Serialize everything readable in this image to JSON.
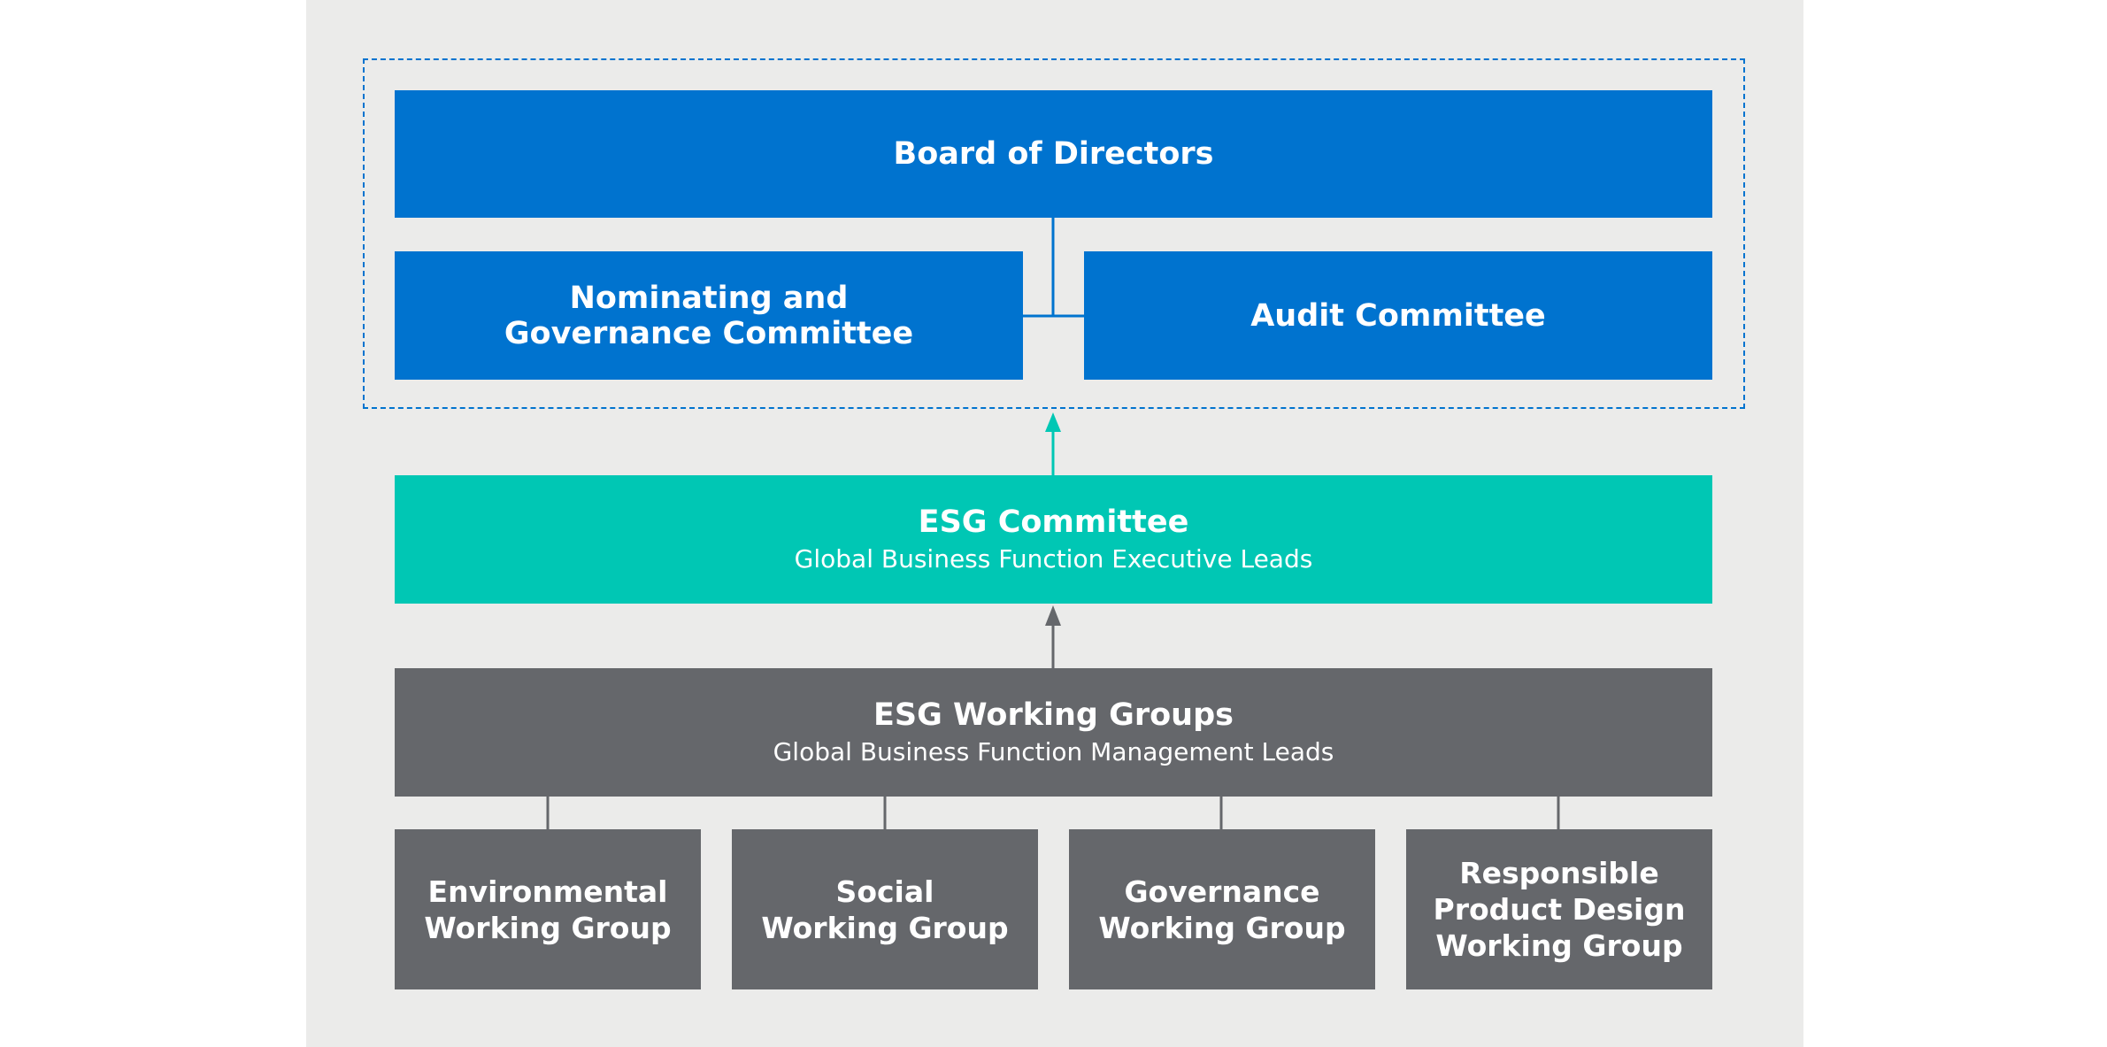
{
  "diagram": {
    "board": {
      "title": "Board of Directors"
    },
    "nominating": {
      "title": "Nominating and\nGovernance Committee"
    },
    "audit": {
      "title": "Audit Committee"
    },
    "esg_committee": {
      "title": "ESG Committee",
      "subtitle": "Global Business Function Executive Leads"
    },
    "working_groups": {
      "title": "ESG Working Groups",
      "subtitle": "Global Business Function Management Leads"
    },
    "groups": [
      {
        "title": "Environmental\nWorking Group"
      },
      {
        "title": "Social\nWorking Group"
      },
      {
        "title": "Governance\nWorking Group"
      },
      {
        "title": "Responsible\nProduct Design\nWorking Group"
      }
    ]
  },
  "colors": {
    "board_blue": "#0073cf",
    "esg_teal": "#00c7b4",
    "working_grey": "#65676b",
    "background": "#ebebea"
  }
}
